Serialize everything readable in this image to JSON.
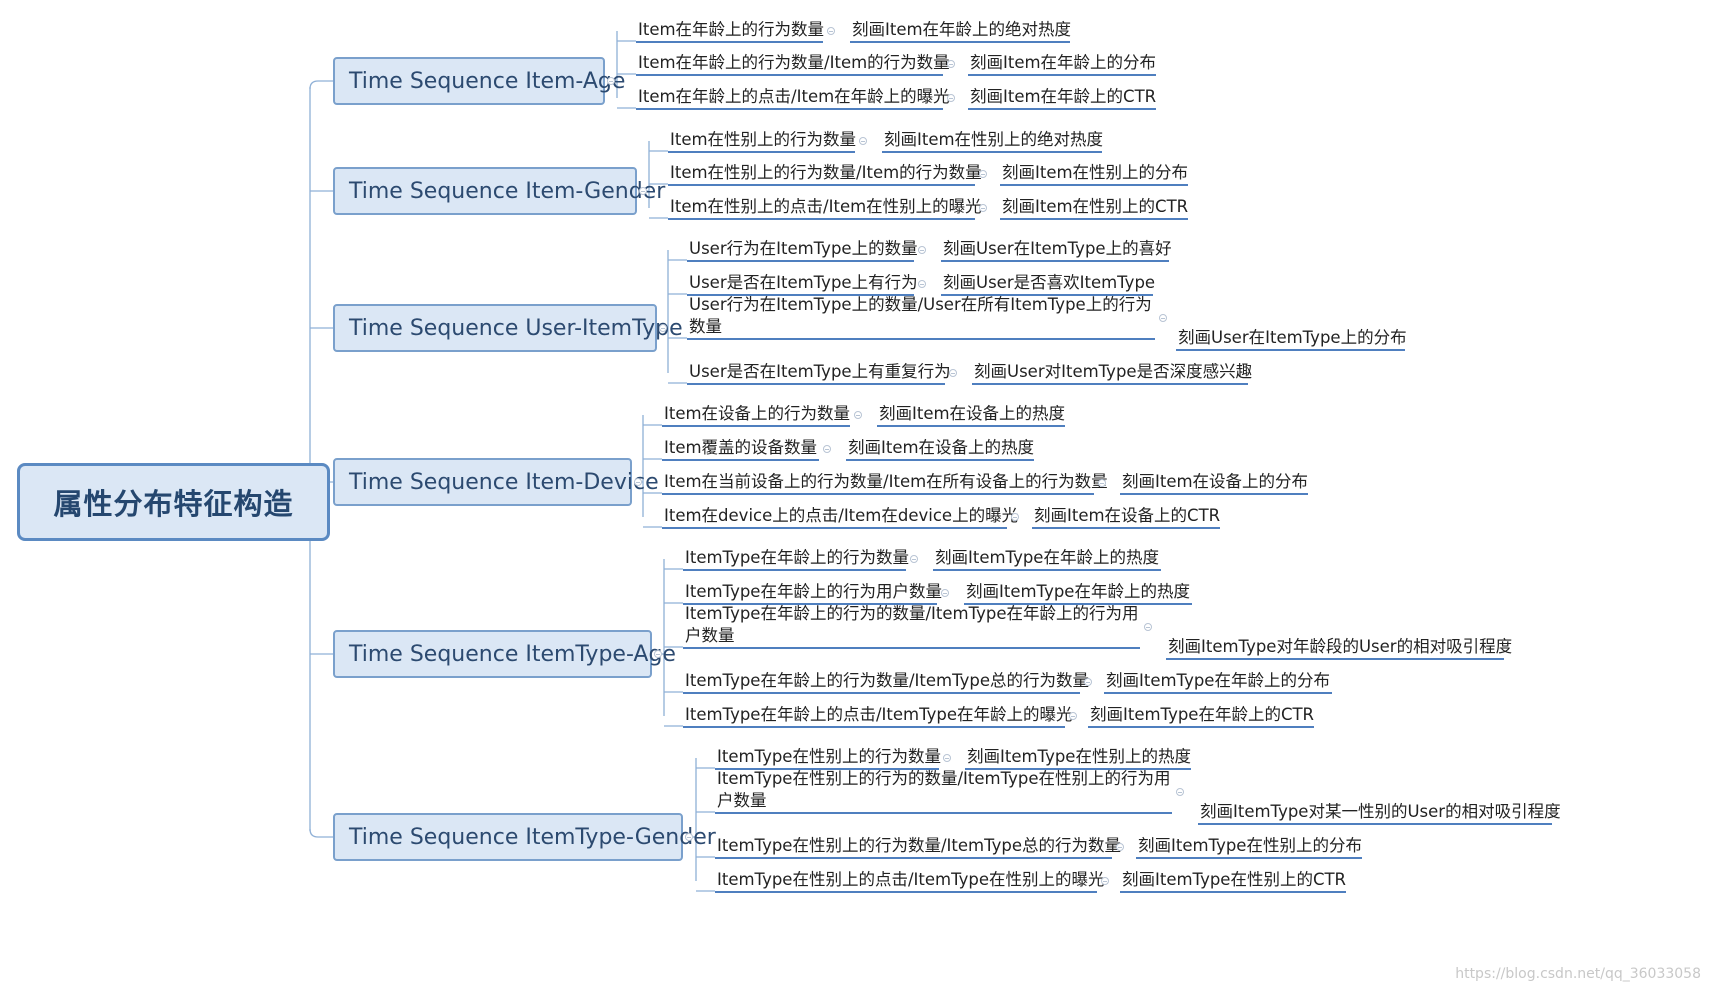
{
  "root": {
    "label": "属性分布特征构造"
  },
  "branches": [
    {
      "label": "Time Sequence Item-Age",
      "children": [
        {
          "feature": "Item在年龄上的行为数量",
          "meaning": "刻画Item在年龄上的绝对热度"
        },
        {
          "feature": "Item在年龄上的行为数量/Item的行为数量",
          "meaning": "刻画Item在年龄上的分布"
        },
        {
          "feature": "Item在年龄上的点击/Item在年龄上的曝光",
          "meaning": "刻画Item在年龄上的CTR"
        }
      ]
    },
    {
      "label": "Time Sequence Item-Gender",
      "children": [
        {
          "feature": "Item在性别上的行为数量",
          "meaning": "刻画Item在性别上的绝对热度"
        },
        {
          "feature": "Item在性别上的行为数量/Item的行为数量",
          "meaning": "刻画Item在性别上的分布"
        },
        {
          "feature": "Item在性别上的点击/Item在性别上的曝光",
          "meaning": "刻画Item在性别上的CTR"
        }
      ]
    },
    {
      "label": "Time Sequence User-ItemType",
      "children": [
        {
          "feature": "User行为在ItemType上的数量",
          "meaning": "刻画User在ItemType上的喜好"
        },
        {
          "feature": "User是否在ItemType上有行为",
          "meaning": "刻画User是否喜欢ItemType"
        },
        {
          "feature": "User行为在ItemType上的数量/User在所有ItemType上的行为数量",
          "meaning": "刻画User在ItemType上的分布"
        },
        {
          "feature": "User是否在ItemType上有重复行为",
          "meaning": "刻画User对ItemType是否深度感兴趣"
        }
      ]
    },
    {
      "label": "Time Sequence Item-Device",
      "children": [
        {
          "feature": "Item在设备上的行为数量",
          "meaning": "刻画Item在设备上的热度"
        },
        {
          "feature": "Item覆盖的设备数量",
          "meaning": "刻画Item在设备上的热度"
        },
        {
          "feature": "Item在当前设备上的行为数量/Item在所有设备上的行为数量",
          "meaning": "刻画Item在设备上的分布"
        },
        {
          "feature": "Item在device上的点击/Item在device上的曝光",
          "meaning": "刻画Item在设备上的CTR"
        }
      ]
    },
    {
      "label": "Time Sequence ItemType-Age",
      "children": [
        {
          "feature": "ItemType在年龄上的行为数量",
          "meaning": "刻画ItemType在年龄上的热度"
        },
        {
          "feature": "ItemType在年龄上的行为用户数量",
          "meaning": "刻画ItemType在年龄上的热度"
        },
        {
          "feature": "ItemType在年龄上的行为的数量/ItemType在年龄上的行为用户数量",
          "meaning": "刻画ItemType对年龄段的User的相对吸引程度"
        },
        {
          "feature": "ItemType在年龄上的行为数量/ItemType总的行为数量",
          "meaning": "刻画ItemType在年龄上的分布"
        },
        {
          "feature": "ItemType在年龄上的点击/ItemType在年龄上的曝光",
          "meaning": "刻画ItemType在年龄上的CTR"
        }
      ]
    },
    {
      "label": "Time Sequence ItemType-Gender",
      "children": [
        {
          "feature": "ItemType在性别上的行为数量",
          "meaning": "刻画ItemType在性别上的热度"
        },
        {
          "feature": "ItemType在性别上的行为的数量/ItemType在性别上的行为用户数量",
          "meaning": "刻画ItemType对某一性别的User的相对吸引程度"
        },
        {
          "feature": "ItemType在性别上的行为数量/ItemType总的行为数量",
          "meaning": "刻画ItemType在性别上的分布"
        },
        {
          "feature": "ItemType在性别上的点击/ItemType在性别上的曝光",
          "meaning": "刻画ItemType在性别上的CTR"
        }
      ]
    }
  ],
  "watermark": "https://blog.csdn.net/qq_36033058"
}
